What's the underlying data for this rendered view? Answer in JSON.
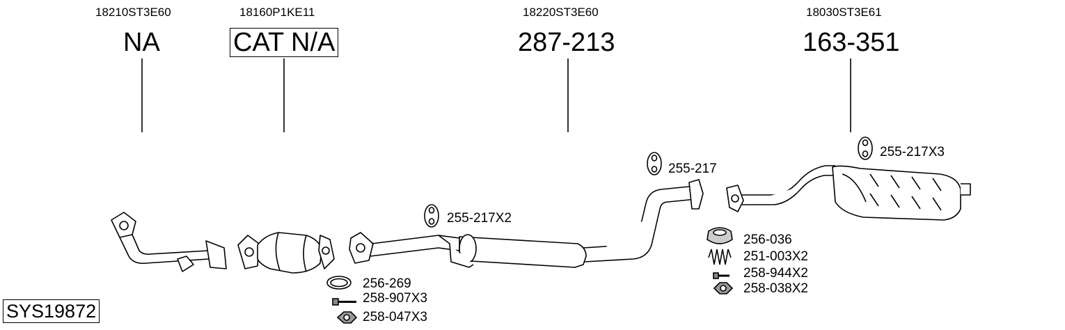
{
  "columns": [
    {
      "oem": "18210ST3E60",
      "part": "NA"
    },
    {
      "oem": "18160P1KE11",
      "part": "CAT N/A"
    },
    {
      "oem": "18220ST3E60",
      "part": "287-213"
    },
    {
      "oem": "18030ST3E61",
      "part": "163-351"
    }
  ],
  "fittings": {
    "hanger_mid": "255-217X2",
    "hanger_rear_a": "255-217",
    "hanger_rear_b": "255-217X3",
    "front_gasket": "256-269",
    "front_bolt": "258-907X3",
    "front_nut": "258-047X3",
    "rear_gasket": "256-036",
    "rear_spring": "251-003X2",
    "rear_bolt": "258-944X2",
    "rear_nut": "258-038X2"
  },
  "system_id": "SYS19872"
}
